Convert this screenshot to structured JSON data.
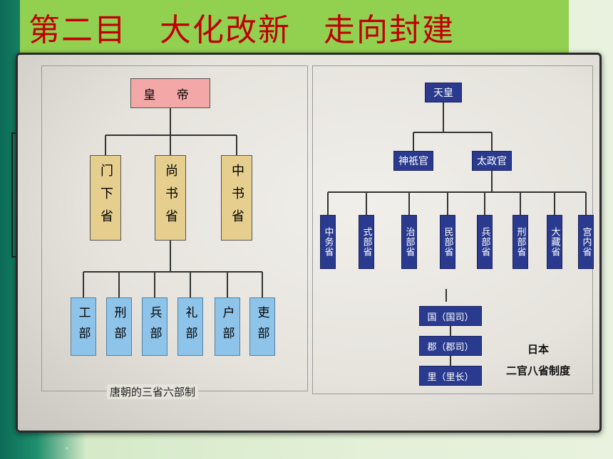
{
  "title": "第二目　大化改新　走向封建",
  "tang": {
    "emperor": "皇 帝",
    "sheng": [
      "门下省",
      "尚书省",
      "中书省"
    ],
    "bu": [
      "工部",
      "刑部",
      "兵部",
      "礼部",
      "户部",
      "吏部"
    ],
    "caption": "唐朝的三省六部制"
  },
  "japan": {
    "top": "天皇",
    "mid": [
      "神祇官",
      "太政官"
    ],
    "sheng": [
      "中务省",
      "式部省",
      "治部省",
      "民部省",
      "兵部省",
      "刑部省",
      "大藏省",
      "宫内省"
    ],
    "local": [
      "国（国司）",
      "郡（郡司）",
      "里（里长）"
    ],
    "caption_line1": "日本",
    "caption_line2": "二官八省制度"
  },
  "colors": {
    "title_bg": "#92d050",
    "title_text": "#c00000",
    "emperor_fill": "#f4a7a7",
    "sheng_fill": "#e6cf8e",
    "bu_fill": "#8ec4ea",
    "japan_fill": "#2a3b8f"
  }
}
